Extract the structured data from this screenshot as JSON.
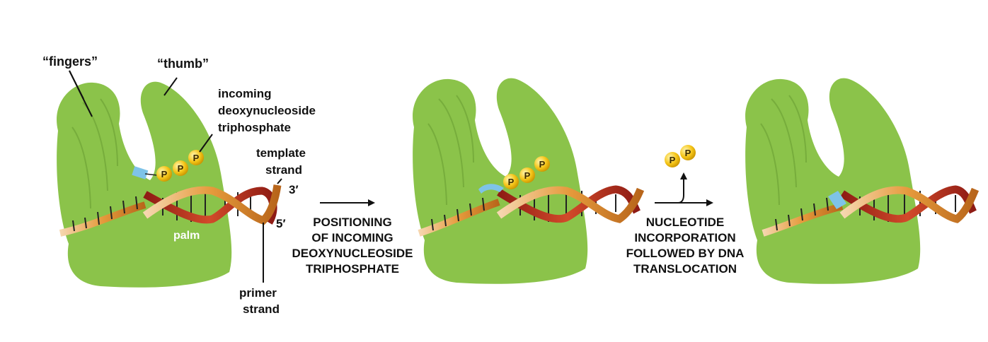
{
  "labels": {
    "fingers": "“fingers”",
    "thumb": "“thumb”",
    "incoming_line1": "incoming",
    "incoming_line2": "deoxynucleoside",
    "incoming_line3": "triphosphate",
    "template_line1": "template",
    "template_line2": "strand",
    "three_prime": "3′",
    "five_prime": "5′",
    "palm": "palm",
    "primer_line1": "primer",
    "primer_line2": "strand"
  },
  "steps": {
    "step1_line1": "POSITIONING",
    "step1_line2": "OF INCOMING",
    "step1_line3": "DEOXYNUCLEOSIDE",
    "step1_line4": "TRIPHOSPHATE",
    "step2_line1": "NUCLEOTIDE",
    "step2_line2": "INCORPORATION",
    "step2_line3": "FOLLOWED BY DNA",
    "step2_line4": "TRANSLOCATION"
  },
  "phosphate_glyph": "P",
  "colors": {
    "enzyme": "#8bc34a",
    "enzyme_dark": "#7aaf3e",
    "template_strand": "#c0392b",
    "primer_strand": "#e08a2c",
    "primer_light": "#f2c79a",
    "nucleotide_sugar": "#7ec3e8",
    "phosphate": "#f5c518"
  }
}
